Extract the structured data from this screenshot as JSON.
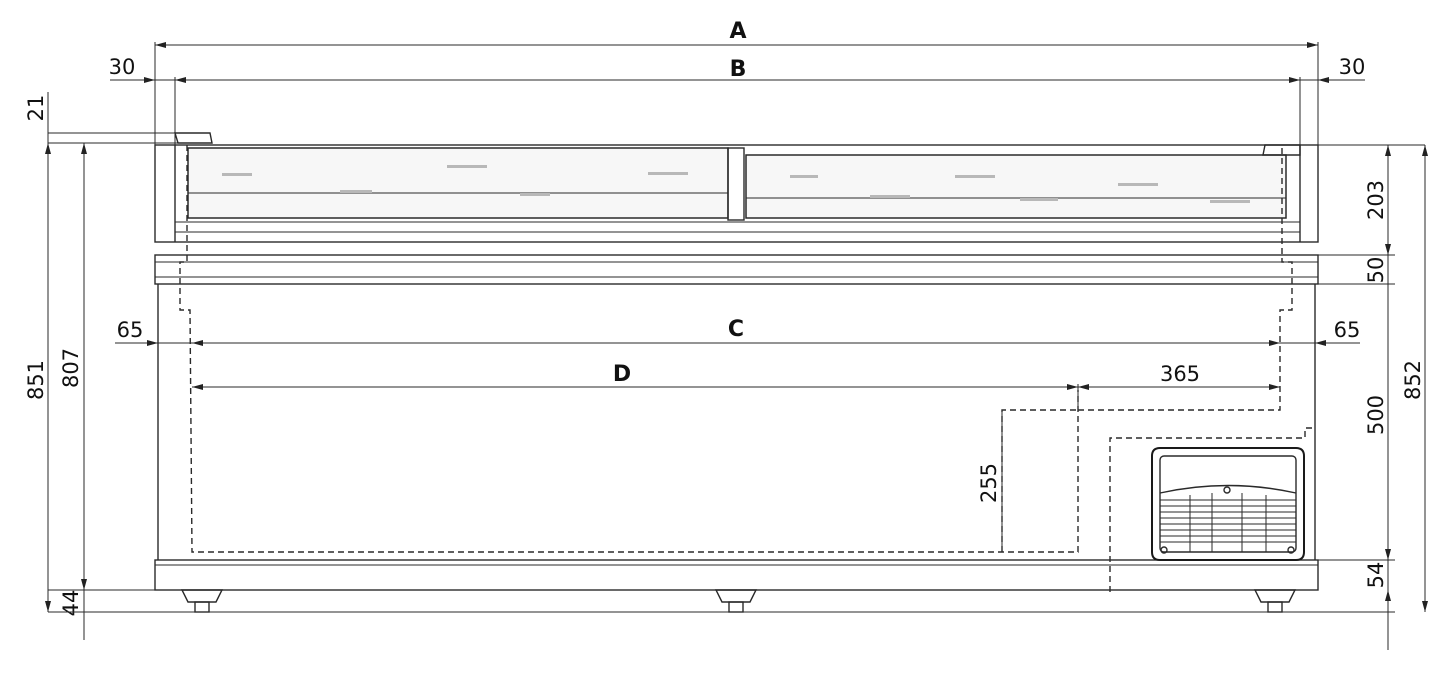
{
  "diagram": {
    "labels": {
      "A": "A",
      "B": "B",
      "C": "C",
      "D": "D"
    },
    "dimensions": {
      "top_left_overhang": "30",
      "top_right_overhang": "30",
      "handle_height": "21",
      "total_left_height": "851",
      "body_height": "807",
      "foot_height_left": "44",
      "inner_left_margin": "65",
      "inner_right_margin": "65",
      "compressor_width": "365",
      "compressor_height": "255",
      "lid_height": "203",
      "rim_height": "50",
      "cabinet_right_height": "500",
      "base_height": "54",
      "total_right_height": "852"
    }
  }
}
